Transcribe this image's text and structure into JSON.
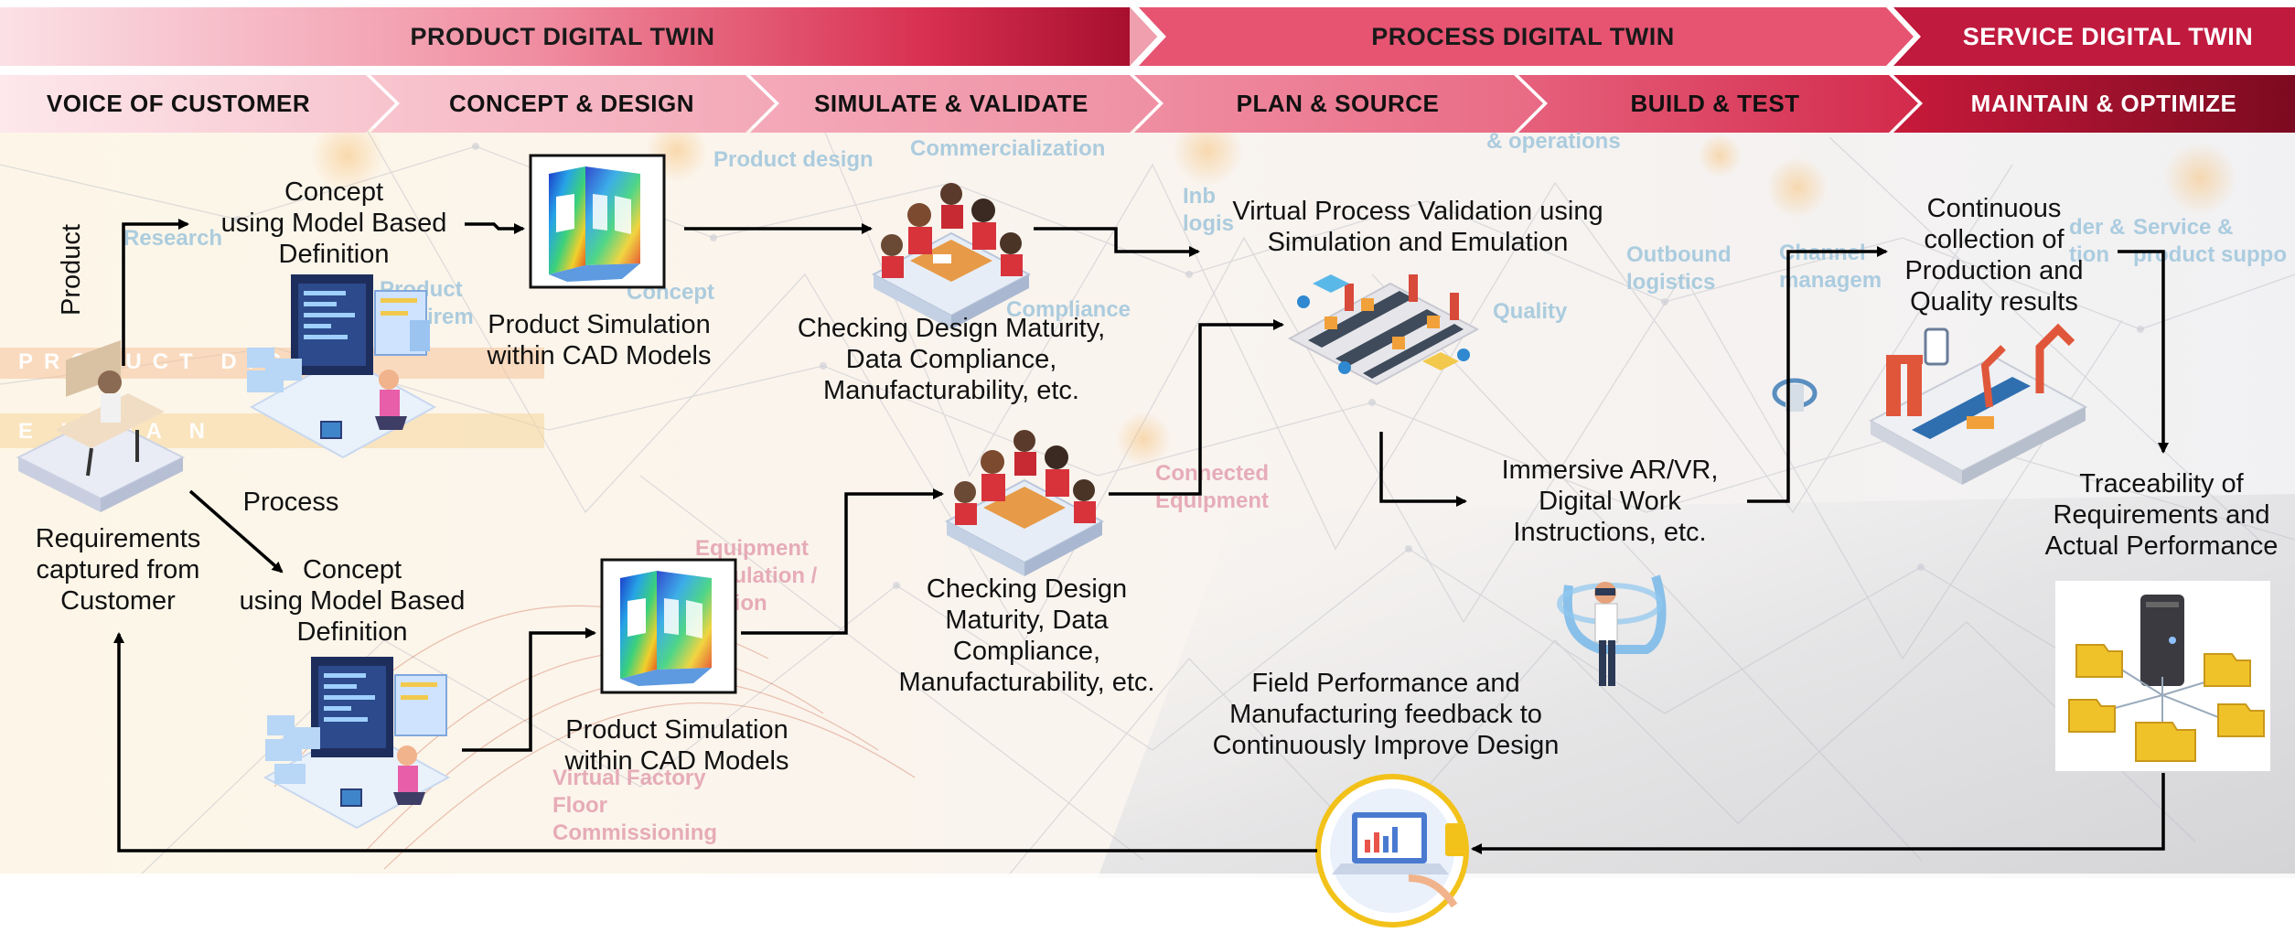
{
  "bands": {
    "top": [
      {
        "label": "PRODUCT DIGITAL TWIN"
      },
      {
        "label": "PROCESS DIGITAL TWIN"
      },
      {
        "label": "SERVICE DIGITAL TWIN"
      }
    ],
    "stages": [
      {
        "label": "VOICE OF CUSTOMER"
      },
      {
        "label": "CONCEPT & DESIGN"
      },
      {
        "label": "SIMULATE & VALIDATE"
      },
      {
        "label": "PLAN & SOURCE"
      },
      {
        "label": "BUILD & TEST"
      },
      {
        "label": "MAINTAIN & OPTIMIZE"
      }
    ]
  },
  "nodes": {
    "requirements": "Requirements\ncaptured from\nCustomer",
    "product_branch": "Product",
    "process_branch": "Process",
    "concept_top": "Concept\nusing Model Based\nDefinition",
    "concept_bottom": "Concept\nusing Model Based\nDefinition",
    "simulation_top": "Product Simulation\nwithin CAD Models",
    "simulation_bottom": "Product Simulation\nwithin CAD Models",
    "checking_top": "Checking Design Maturity,\nData Compliance,\nManufacturability, etc.",
    "checking_bottom": "Checking Design\nMaturity, Data\nCompliance,\nManufacturability, etc.",
    "virtual_process": "Virtual Process Validation using\nSimulation and Emulation",
    "immersive": "Immersive AR/VR,\nDigital Work\nInstructions, etc.",
    "continuous": "Continuous\ncollection of\nProduction and\nQuality results",
    "traceability": "Traceability of\nRequirements and\nActual Performance",
    "feedback": "Field Performance and\nManufacturing feedback to\nContinuously Improve Design"
  },
  "background_words": {
    "product_design": "Product design",
    "commercialization": "Commercialization",
    "operations": "& operations",
    "research": "Research",
    "product_requirements": "Product\nrequirem",
    "concept": "Concept",
    "inbound": "Inb\nlogis",
    "compliance": "Compliance",
    "outbound": "Outbound\nlogistics",
    "channel": "Channel\nmanagem",
    "quality": "Quality",
    "order": "der &\ntion",
    "service": "Service &\nproduct suppo",
    "connected": "Connected\nEquipment",
    "equipment": "Equipment\nsimulation /\nulation",
    "virtual_factory": "Virtual Factory\nFloor\nCommissioning",
    "watermark_product": "PRODUCT DIGI",
    "watermark_process": "E    IGITA   N"
  },
  "colors": {
    "band_light": "#f6c6cf",
    "band_mid": "#ef8fa2",
    "band_dark": "#d62a4a",
    "band_darkest": "#8e0c24",
    "arrow": "#000000",
    "accent_ring": "#f2c21a"
  }
}
